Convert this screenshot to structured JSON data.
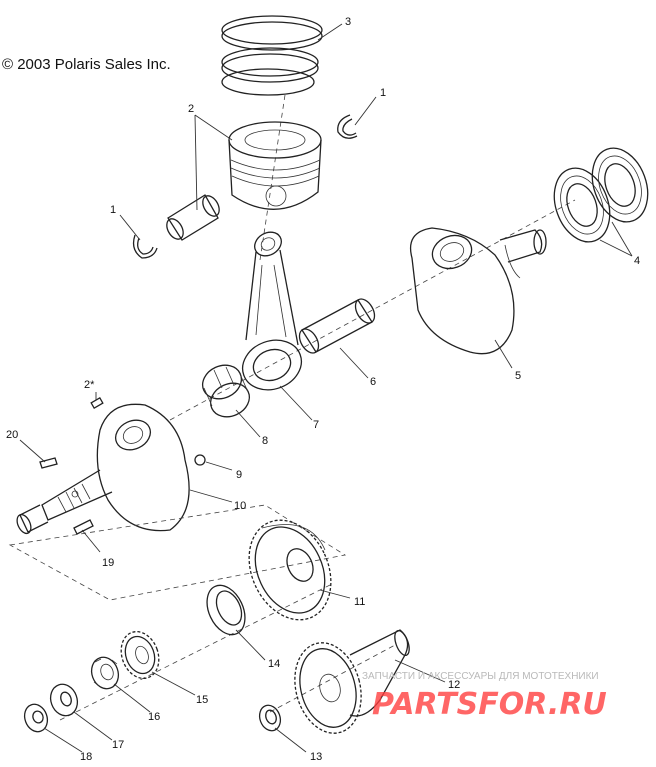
{
  "copyright": "© 2003 Polaris Sales Inc.",
  "callouts": [
    "3",
    "1",
    "2",
    "1",
    "4",
    "5",
    "6",
    "7",
    "8",
    "2*",
    "9",
    "20",
    "10",
    "19",
    "11",
    "14",
    "15",
    "16",
    "17",
    "18",
    "12",
    "13"
  ],
  "watermark": {
    "caption": "ЗАПЧАСТИ И АКСЕССУАРЫ ДЛЯ МОТОТЕХНИКИ",
    "logo": "PARTSFOR.RU"
  }
}
